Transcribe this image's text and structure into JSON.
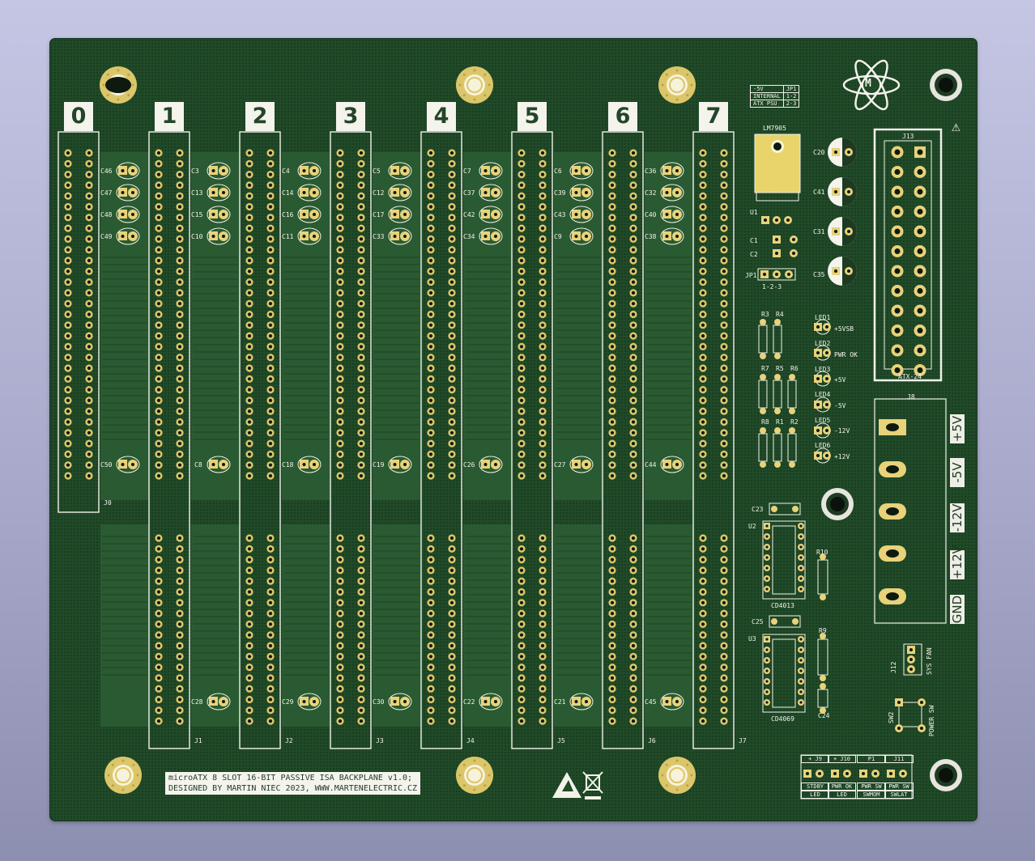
{
  "board": {
    "slots": [
      {
        "number": "0",
        "ref": "J0"
      },
      {
        "number": "1",
        "ref": "J1"
      },
      {
        "number": "2",
        "ref": "J2"
      },
      {
        "number": "3",
        "ref": "J3"
      },
      {
        "number": "4",
        "ref": "J4"
      },
      {
        "number": "5",
        "ref": "J5"
      },
      {
        "number": "6",
        "ref": "J6"
      },
      {
        "number": "7",
        "ref": "J7"
      }
    ],
    "upper_caps": [
      [
        "C46",
        "C47",
        "C48",
        "C49"
      ],
      [
        "C3",
        "C13",
        "C15",
        "C10"
      ],
      [
        "C4",
        "C14",
        "C16",
        "C11"
      ],
      [
        "C5",
        "C12",
        "C17",
        "C33"
      ],
      [
        "C7",
        "C37",
        "C42",
        "C34"
      ],
      [
        "C6",
        "C39",
        "C43",
        "C9"
      ],
      [
        "C36",
        "C32",
        "C40",
        "C38"
      ]
    ],
    "mid_caps": [
      "C50",
      "C8",
      "C18",
      "C19",
      "C26",
      "C27",
      "C44"
    ],
    "lower_caps": [
      "C28",
      "C29",
      "C30",
      "C22",
      "C21",
      "C45"
    ],
    "jp1_table": {
      "header": [
        "-5V",
        "JP1"
      ],
      "rows": [
        [
          "INTERNAL",
          "1-2"
        ],
        [
          "ATX PSU",
          "2-3"
        ]
      ]
    },
    "regulator": {
      "label": "LM7905",
      "ref": "U1"
    },
    "small_caps": [
      "C1",
      "C2"
    ],
    "jp1": {
      "ref": "JP1",
      "pins": "1-2-3"
    },
    "elcaps": [
      "C20",
      "C41",
      "C31",
      "C35"
    ],
    "atx": {
      "ref": "J13",
      "name": "ATX-24"
    },
    "psu_term": {
      "ref": "J8"
    },
    "leds": [
      {
        "ref": "LED1",
        "label": "+5VSB"
      },
      {
        "ref": "LED2",
        "label": "PWR OK"
      },
      {
        "ref": "LED3",
        "label": "+5V"
      },
      {
        "ref": "LED4",
        "label": "-5V"
      },
      {
        "ref": "LED5",
        "label": "-12V"
      },
      {
        "ref": "LED6",
        "label": "+12V"
      }
    ],
    "resistors": [
      "R3",
      "R4",
      "R7",
      "R5",
      "R6",
      "R8",
      "R1",
      "R2",
      "R10",
      "R9"
    ],
    "ics": [
      {
        "ref": "U2",
        "name": "CD4013",
        "cap": "C23"
      },
      {
        "ref": "U3",
        "name": "CD4069",
        "cap": "C25"
      }
    ],
    "c24": "C24",
    "rails": [
      "+5V",
      "-5V",
      "-12V",
      "+12V",
      "GND"
    ],
    "fan": {
      "ref": "J12",
      "label": "SYS FAN"
    },
    "sw": {
      "ref": "SW2",
      "label": "POWER SW"
    },
    "footer_table": {
      "headers": [
        "+ J9",
        "+ J10",
        "P1",
        "J11"
      ],
      "row1": [
        "STDBY",
        "PWR OK",
        "PWR SW",
        "PWR SW"
      ],
      "row2": [
        "LED",
        "LED",
        "SWMOM",
        "SWLAT"
      ]
    },
    "title_line1": "microATX 8 SLOT 16-BIT PASSIVE ISA BACKPLANE v1.0;",
    "title_line2": "DESIGNED BY MARTIN NIEC 2023, WWW.MARTENELECTRIC.CZ",
    "logo_letter": "M",
    "warning": "⚠",
    "colors": {
      "board": "#204a28",
      "pad": "#e8d27a",
      "silk": "#f2f2ea",
      "hole": "#0e1a10",
      "gold": "#dcc66a"
    }
  }
}
